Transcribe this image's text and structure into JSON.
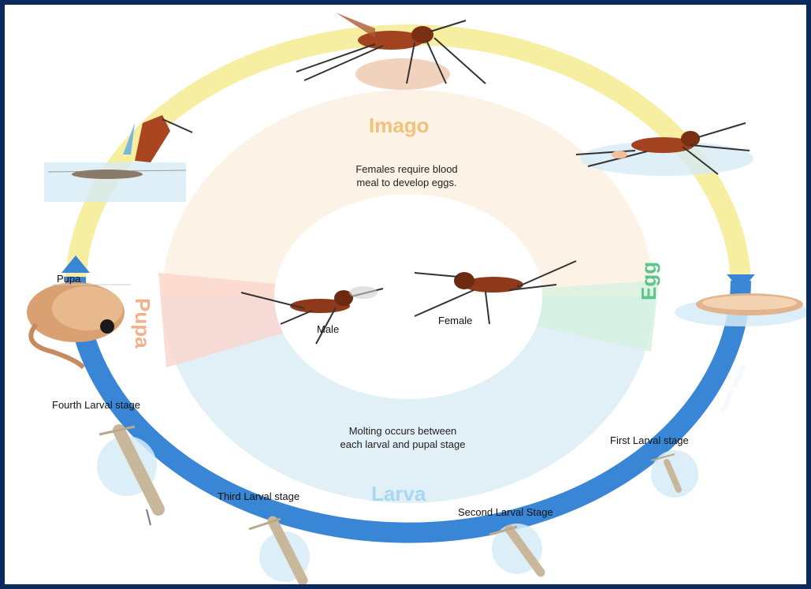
{
  "stages": {
    "imago": "Imago",
    "egg": "Egg",
    "larva": "Larva",
    "pupa": "Pupa"
  },
  "notes": {
    "imago_line1": "Females require blood",
    "imago_line2": "meal to develop eggs.",
    "larva_line1": "Molting occurs between",
    "larva_line2": "each larval and pupal stage"
  },
  "center": {
    "male": "Male",
    "female": "Female"
  },
  "labels": {
    "pupa": "Pupa",
    "fourth_larval": "Fourth Larval stage",
    "third_larval": "Third Larval stage",
    "second_larval": "Second Larval Stage",
    "first_larval": "First Larval stage",
    "aquatic": "Aquatic stages"
  },
  "colors": {
    "imago_ring": "#f6eea0",
    "aquatic_ring": "#3a86d6",
    "imago_text": "#f1c27a",
    "egg_text": "#5cc48c",
    "larva_text": "#a8d8f0",
    "pupa_text": "#f3b08e",
    "frame": "#0b2a5c"
  }
}
